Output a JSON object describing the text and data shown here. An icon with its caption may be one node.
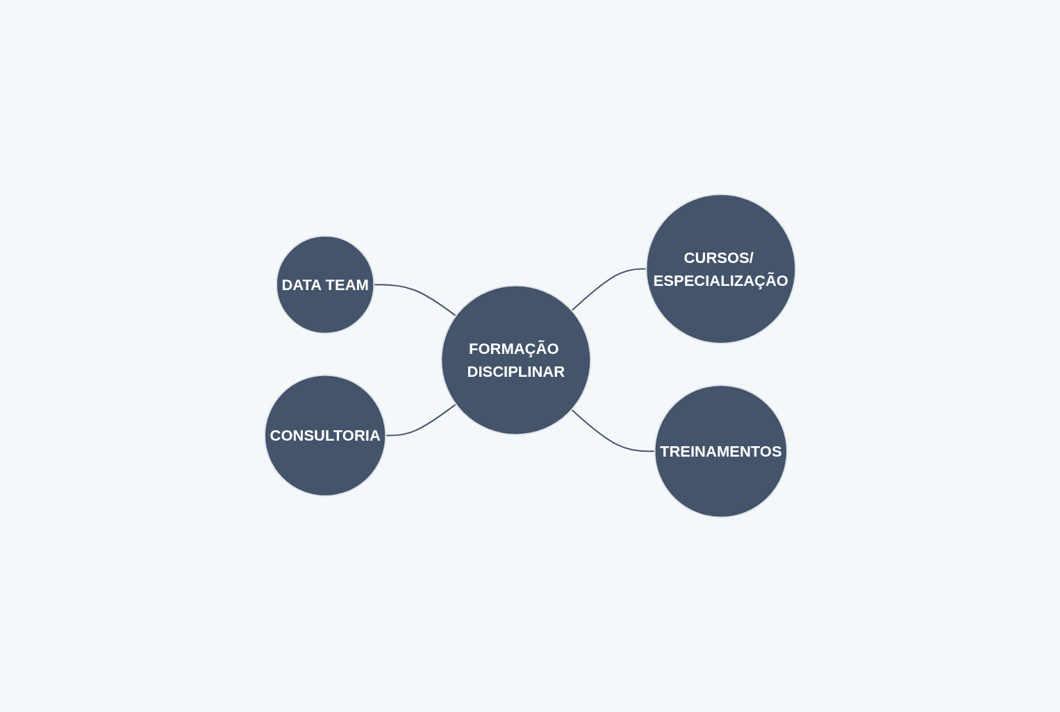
{
  "diagram": {
    "nodes": [
      {
        "text": [
          "DATA TEAM"
        ]
      },
      {
        "text": [
          "CONSULTORIA"
        ]
      },
      {
        "text": [
          "FORMAÇÃO DISCIPLINAR"
        ]
      },
      {
        "text": [
          "CURSOS/ ESPECIALIZAÇÃO"
        ]
      },
      {
        "text": [
          "TREINAMENTOS"
        ]
      }
    ],
    "edges": [
      {
        "from": 0,
        "to": 2,
        "arrow": "none"
      },
      {
        "from": 1,
        "to": 2,
        "arrow": "none"
      },
      {
        "from": 2,
        "to": 3,
        "arrow": "none"
      },
      {
        "from": 2,
        "to": 4,
        "arrow": "none"
      }
    ]
  }
}
